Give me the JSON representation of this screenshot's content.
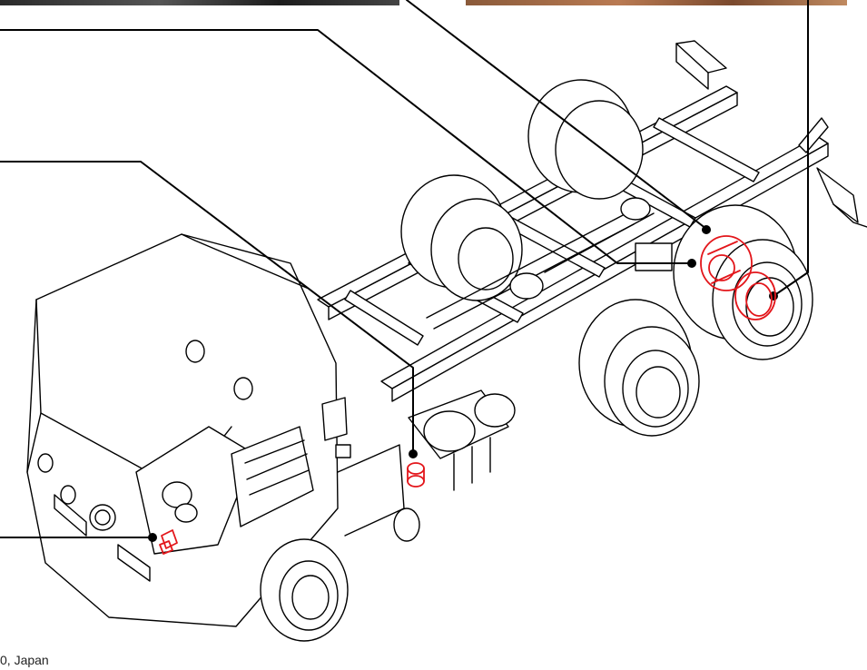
{
  "caption": {
    "text": "0, Japan"
  },
  "colors": {
    "line": "#000000",
    "highlight": "#e3161b",
    "background": "#ffffff"
  },
  "icons": {
    "callout_dot": "filled-circle",
    "highlight_part": "red-outline"
  }
}
